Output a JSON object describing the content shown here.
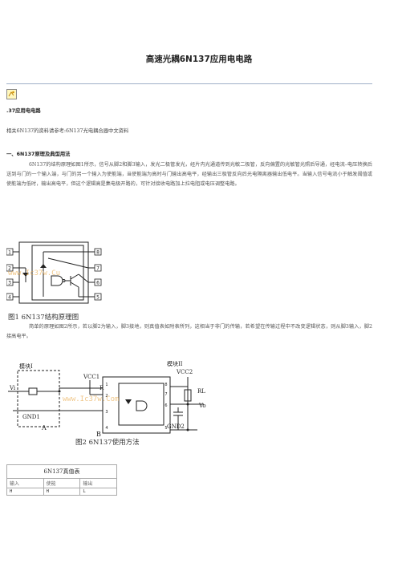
{
  "title": "高速光耦6N137应用电电路",
  "section_label": ".37应用电电路",
  "intro": "相关6N137的资料请参考:6N137光电耦合器中文资料",
  "heading1": "一、6N137原理及典型用法",
  "para1": "6N137的结构原理如图1所示，信号从脚2和脚3输入，发光二极管发光，经片内光通道传到光敏二极管，反向偏置的光敏管光照后导通，经电流–电压转换后送到与门的一个输入端，与门的另一个输入为使能端，当使能端为高时与门输出高电平，经输出三极管反向后光电隔离器输出低电平。当输入信号电流小于触发阈值或使能端为低时，输出高电平，但这个逻辑高是集电极开路的，可针对接收电路加上拉电阻或电压调整电路。",
  "para2": "简单的原理如图2所示，若以脚2为输入，脚3接地，则真值表如附表所列，这相当于非门的传输，若希望在传输过程中不改变逻辑状态，则从脚3输入，脚2接高电平。",
  "figure1": {
    "caption": "图1  6N137结构原理图",
    "watermark": "www.Ic37w.Cu",
    "pins_left": [
      "1",
      "2",
      "3",
      "4"
    ],
    "pins_right": [
      "8",
      "7",
      "6",
      "5"
    ]
  },
  "figure2": {
    "caption": "图2  6N137使用方法",
    "watermark": "www.Ic37w.Com",
    "label_module1": "模块I",
    "label_module2": "模块II",
    "vcc1": "VCC1",
    "vcc2": "VCC2",
    "r": "R",
    "rl": "RL",
    "vi": "Vi",
    "vo": "Vo",
    "gnd1": "GND1",
    "gnd2": "GND2",
    "a": "A",
    "b": "B",
    "pins": [
      "1",
      "2",
      "3",
      "4",
      "5",
      "6",
      "7",
      "8"
    ]
  },
  "truth_table": {
    "caption": "6N137真值表",
    "headers": [
      "输入",
      "使能",
      "输出"
    ],
    "rows": [
      [
        "H",
        "H",
        "L"
      ]
    ]
  }
}
